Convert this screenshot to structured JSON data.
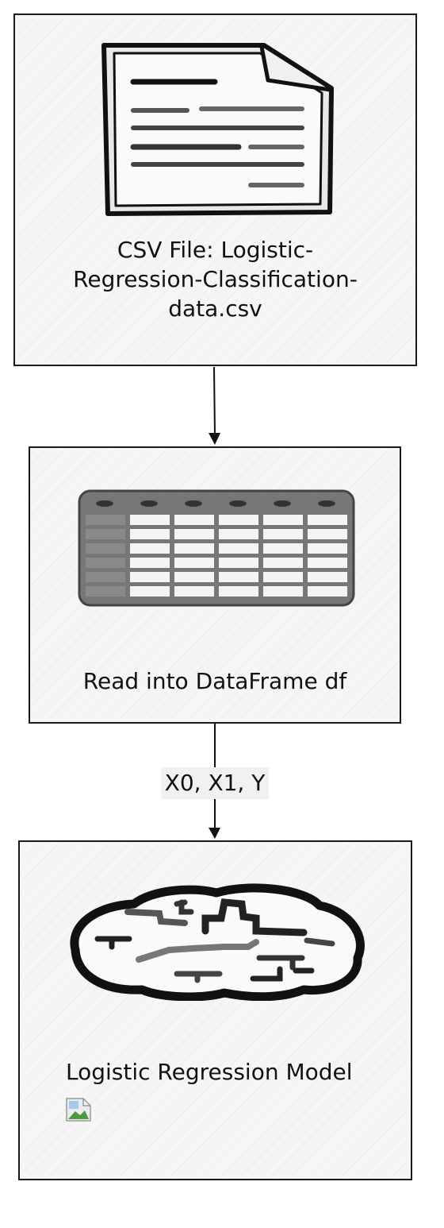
{
  "nodes": [
    {
      "id": "csv-file",
      "label": "CSV File: Logistic-Regression-Classification-data.csv",
      "label_lines": [
        "CSV File: Logistic-",
        "Regression-Classification-",
        "data.csv"
      ],
      "icon": "document-icon"
    },
    {
      "id": "dataframe",
      "label": "Read into DataFrame df",
      "icon": "table-icon"
    },
    {
      "id": "model",
      "label": "Logistic Regression Model",
      "icon": "brain-icon"
    }
  ],
  "edges": [
    {
      "from": "csv-file",
      "to": "dataframe",
      "label": ""
    },
    {
      "from": "dataframe",
      "to": "model",
      "label": "X0, X1, Y"
    }
  ],
  "colors": {
    "node_fill": "#f6f6f6",
    "stroke": "#1a1a1a",
    "edge_label_bg": "#f1f1f1"
  }
}
